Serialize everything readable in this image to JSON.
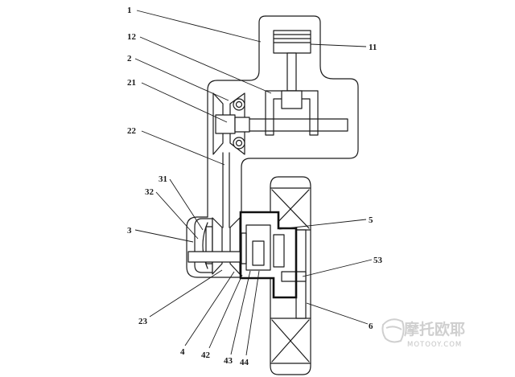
{
  "reference_numerals": {
    "n1": "1",
    "n11": "11",
    "n12": "12",
    "n2": "2",
    "n21": "21",
    "n22": "22",
    "n31": "31",
    "n32": "32",
    "n3": "3",
    "n5": "5",
    "n53": "53",
    "n23": "23",
    "n4": "4",
    "n42": "42",
    "n43": "43",
    "n44": "44",
    "n6": "6"
  },
  "watermark": {
    "brand": "摩托欧耶",
    "site": "MOTOOY.COM"
  },
  "colors": {
    "line": "#1a1a1a",
    "background": "#ffffff",
    "watermark": "#cfcfcf"
  }
}
